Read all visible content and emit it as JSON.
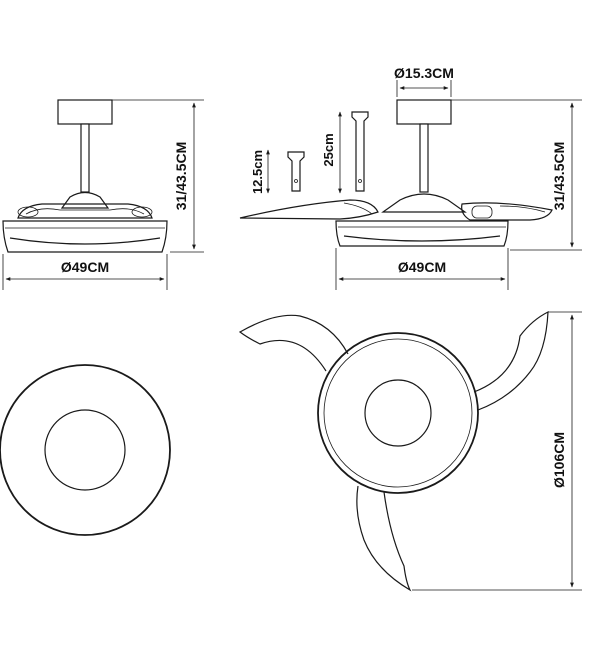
{
  "dimensions": {
    "height_label": "31/43.5CM",
    "width_label": "Ø49CM",
    "canopy_label": "Ø15.3CM",
    "rod_short_label": "12.5cm",
    "rod_long_label": "25cm",
    "span_label": "Ø106CM"
  }
}
